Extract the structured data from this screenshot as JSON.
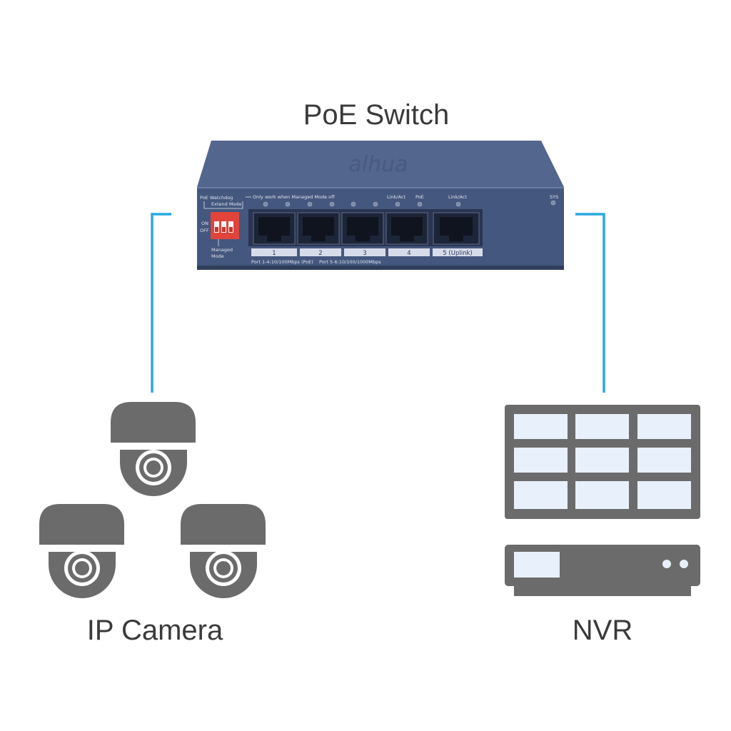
{
  "labels": {
    "switch_title": "PoE Switch",
    "camera_label": "IP Camera",
    "nvr_label": "NVR"
  },
  "switch": {
    "brand_logo_text": "alhua",
    "poe_watchdog": "PoE Watchdog",
    "extend_mode": "Extend Mode",
    "managed_note": "Only work when Managed Mode off",
    "link_act_1": "Link/Act",
    "poe": "PoE",
    "link_act_2": "Link/Act",
    "sys": "SYS",
    "on": "ON",
    "off": "OFF",
    "managed": "Managed",
    "mode": "Mode",
    "ports": [
      "1",
      "2",
      "3",
      "4",
      "5 (Uplink)"
    ],
    "spec_text": "Port 1-4:10/100Mbps (PoE)    Port 5-6:10/100/1000Mbps"
  },
  "colors": {
    "cable": "#29a8e0",
    "icon_gray": "#6b6b6b",
    "screen_tile": "#e8f0fb",
    "switch_body": "#44577e",
    "dip_switch": "#e0443a"
  }
}
